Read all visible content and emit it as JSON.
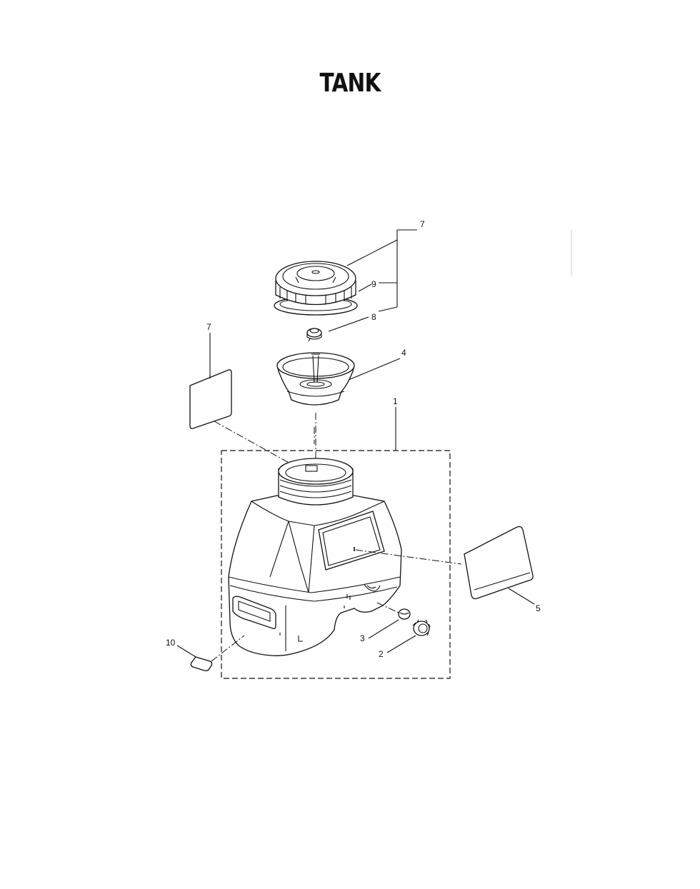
{
  "title": "TANK",
  "callouts": {
    "c7_top": "7",
    "c9": "9",
    "c8": "8",
    "c7_left": "7",
    "c4": "4",
    "c1": "1",
    "c5": "5",
    "c3": "3",
    "c2": "2",
    "c10": "10"
  }
}
